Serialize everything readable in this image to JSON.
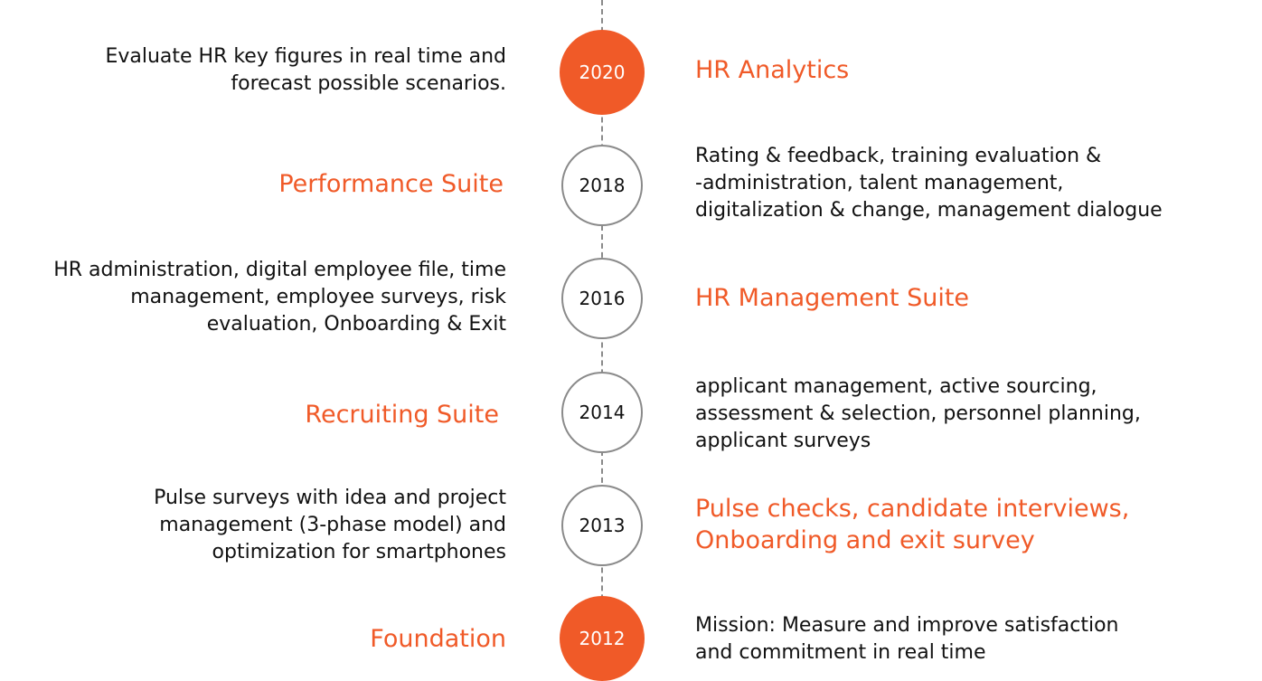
{
  "colors": {
    "accent": "#f05a28",
    "line": "#8a8a8a",
    "text": "#111111"
  },
  "milestones": [
    {
      "year": "2020",
      "highlight": true,
      "label_lines": [
        "HR Analytics"
      ],
      "desc_lines": [
        "Evaluate HR key figures in real time and",
        "forecast possible scenarios."
      ]
    },
    {
      "year": "2018",
      "highlight": false,
      "label_lines": [
        "Performance Suite"
      ],
      "desc_lines": [
        "Rating & feedback, training evaluation &",
        "-administration, talent management,",
        "digitalization & change, management dialogue"
      ]
    },
    {
      "year": "2016",
      "highlight": false,
      "label_lines": [
        "HR Management Suite"
      ],
      "desc_lines": [
        "HR administration, digital employee file, time",
        "management, employee surveys, risk",
        "evaluation, Onboarding & Exit"
      ]
    },
    {
      "year": "2014",
      "highlight": false,
      "label_lines": [
        "Recruiting Suite"
      ],
      "desc_lines": [
        "applicant management, active sourcing,",
        "assessment & selection, personnel planning,",
        "applicant surveys"
      ]
    },
    {
      "year": "2013",
      "highlight": false,
      "label_lines": [
        "Pulse checks, candidate interviews,",
        "Onboarding and exit survey"
      ],
      "desc_lines": [
        "Pulse surveys with idea and project",
        "management (3-phase model) and",
        "optimization for smartphones"
      ]
    },
    {
      "year": "2012",
      "highlight": true,
      "label_lines": [
        "Foundation"
      ],
      "desc_lines": [
        "Mission: Measure and improve satisfaction",
        "and commitment in real time"
      ]
    }
  ]
}
